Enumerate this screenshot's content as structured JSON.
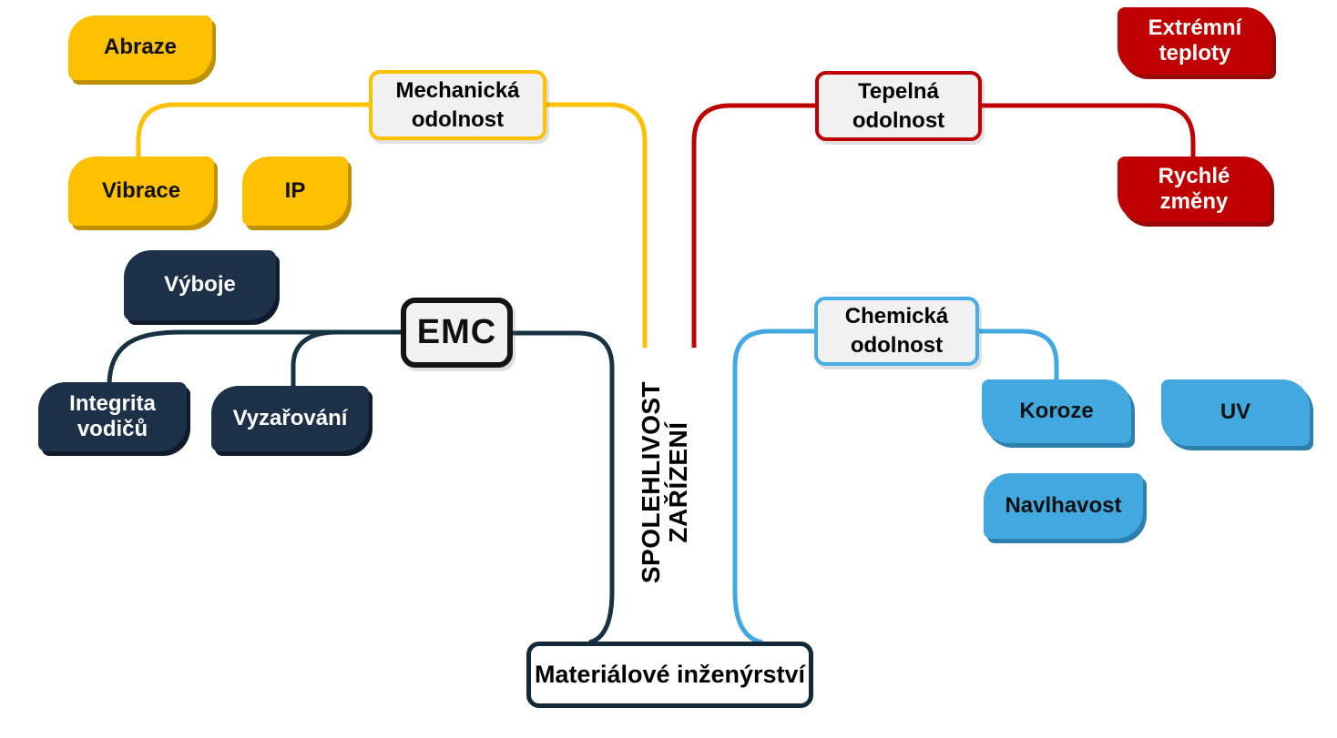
{
  "diagram": {
    "central_topic": "SPOLEHLIVOST\nZAŘÍZENÍ",
    "foundation_node": "Materiálové inženýrství"
  },
  "branches": {
    "mechanicka": {
      "label": "Mechanická\nodolnost",
      "leaves": {
        "abraze": "Abraze",
        "vibrace": "Vibrace",
        "ip": "IP"
      }
    },
    "tepelna": {
      "label": "Tepelná\nodolnost",
      "leaves": {
        "extremni_teploty": "Extrémní\nteploty",
        "rychle_zmeny": "Rychlé\nzměny"
      }
    },
    "emc": {
      "label": "EMC",
      "leaves": {
        "vyboje": "Výboje",
        "integrita_vodicu": "Integrita\nvodičů",
        "vyzarovani": "Vyzařování"
      }
    },
    "chemicka": {
      "label": "Chemická\nodolnost",
      "leaves": {
        "koroze": "Koroze",
        "uv": "UV",
        "navlhavost": "Navlhavost"
      }
    }
  },
  "colors": {
    "mechanical_yellow": "#FFC000",
    "mechanical_yellow_dark": "#BF9000",
    "thermal_red": "#C00000",
    "thermal_red_dark": "#950909",
    "emc_navy_fill": "#1C3048",
    "emc_line": "#163344",
    "chemical_blue": "#41A8E0",
    "chemical_blue_dark": "#2C80AE",
    "label_box_fill": "#F1F1F1"
  }
}
